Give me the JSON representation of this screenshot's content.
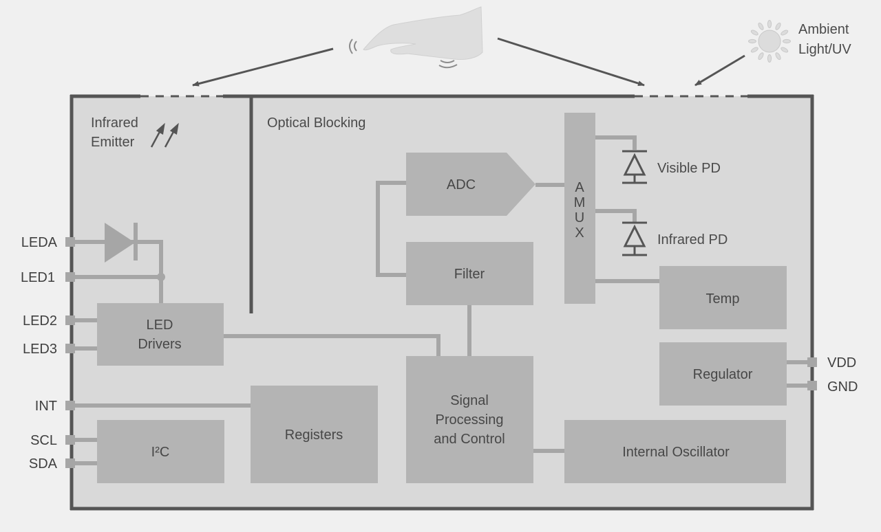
{
  "external": {
    "ambient_label_1": "Ambient",
    "ambient_label_2": "Light/UV"
  },
  "chip": {
    "ir_emitter_label_1": "Infrared",
    "ir_emitter_label_2": "Emitter",
    "optical_blocking_label": "Optical Blocking"
  },
  "blocks": {
    "adc": "ADC",
    "filter": "Filter",
    "amux": [
      "A",
      "M",
      "U",
      "X"
    ],
    "temp": "Temp",
    "regulator": "Regulator",
    "led_drivers_1": "LED",
    "led_drivers_2": "Drivers",
    "signal_processing_1": "Signal",
    "signal_processing_2": "Processing",
    "signal_processing_3": "and Control",
    "registers": "Registers",
    "i2c": "I²C",
    "oscillator": "Internal Oscillator"
  },
  "photodiodes": {
    "visible": "Visible PD",
    "infrared": "Infrared PD"
  },
  "pins": {
    "leda": "LEDA",
    "led1": "LED1",
    "led2": "LED2",
    "led3": "LED3",
    "int": "INT",
    "scl": "SCL",
    "sda": "SDA",
    "vdd": "VDD",
    "gnd": "GND"
  },
  "colors": {
    "background": "#f0f0f0",
    "chip_fill": "#d9d9d9",
    "chip_border": "#555555",
    "block_fill": "#b4b4b4",
    "wire": "#a6a6a6",
    "text": "#4a4a4a"
  }
}
